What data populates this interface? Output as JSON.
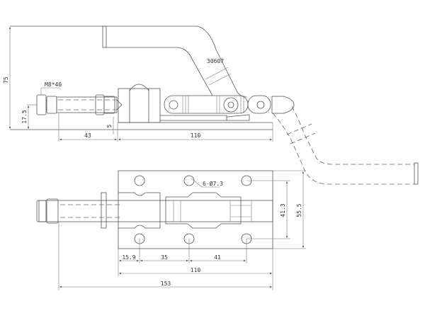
{
  "top_view": {
    "part_number": "30607",
    "thread_spec": "M8*40",
    "dims": {
      "overall_height": "75",
      "rod_height": "17.5",
      "plate_thickness": "5",
      "rod_extension": "43",
      "base_length": "110"
    }
  },
  "plan_view": {
    "hole_spec": "6-Ø7.3",
    "dims": {
      "hole_offset": "15.9",
      "hole_pitch_1": "35",
      "hole_pitch_2": "41",
      "hole_spacing_vertical": "41.3",
      "plate_width": "55.5",
      "base_length": "110",
      "overall_length": "153"
    }
  }
}
